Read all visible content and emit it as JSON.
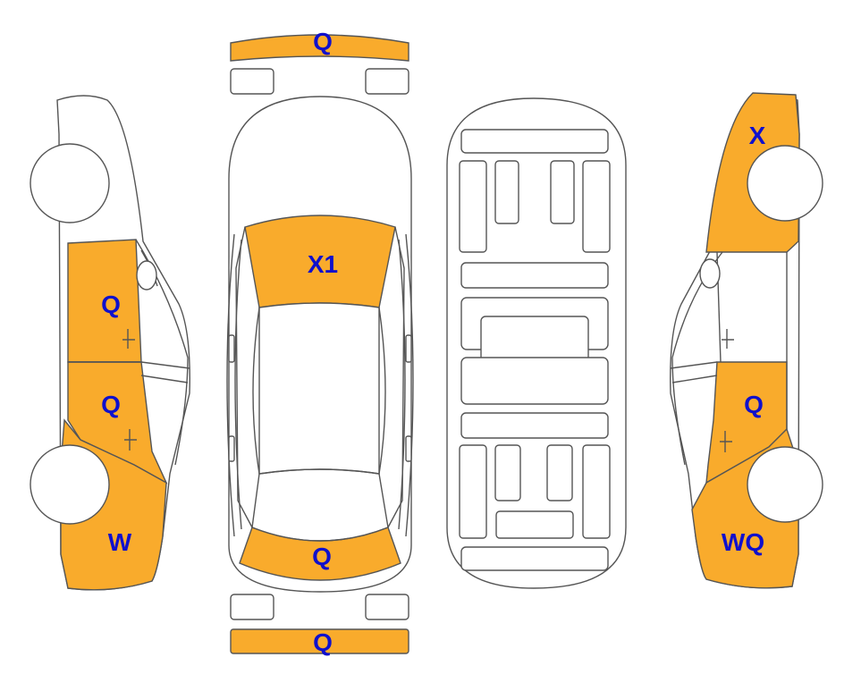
{
  "colors": {
    "damage_fill": "#F9AB2C",
    "label_text": "#1010CC",
    "outline": "#555555"
  },
  "labels": {
    "front_bumper": "Q",
    "windshield": "X1",
    "rear_window": "Q",
    "rear_bumper": "Q",
    "left_front_door": "Q",
    "left_rear_door": "Q",
    "left_rear_quarter": "W",
    "right_front_fender": "X",
    "right_rear_door": "Q",
    "right_rear_quarter": "WQ"
  }
}
